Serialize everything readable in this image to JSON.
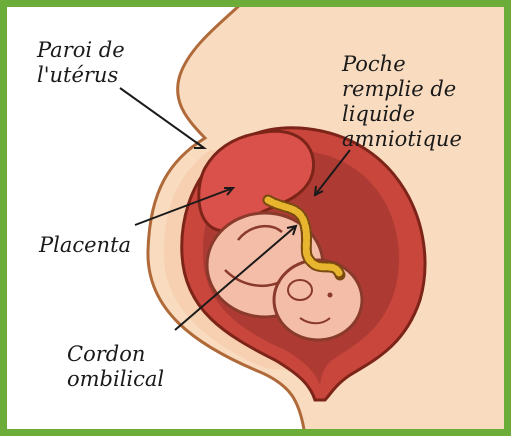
{
  "labels": {
    "paroi_line1": "Paroi de",
    "paroi_line2": "l'utérus",
    "poche_line1": "Poche",
    "poche_line2": "remplie de",
    "poche_line3": "liquide",
    "poche_line4": "amniotique",
    "placenta": "Placenta",
    "cordon_line1": "Cordon",
    "cordon_line2": "ombilical"
  },
  "colors": {
    "frame": "#6cad3a",
    "skin": "#f9dcc0",
    "uterus_wall": "#c9463d",
    "amniotic": "#ae3b33",
    "placenta": "#d9514a",
    "fetus": "#f4bda8",
    "cord": "#e8b52f",
    "outline": "#8a2a1a"
  }
}
